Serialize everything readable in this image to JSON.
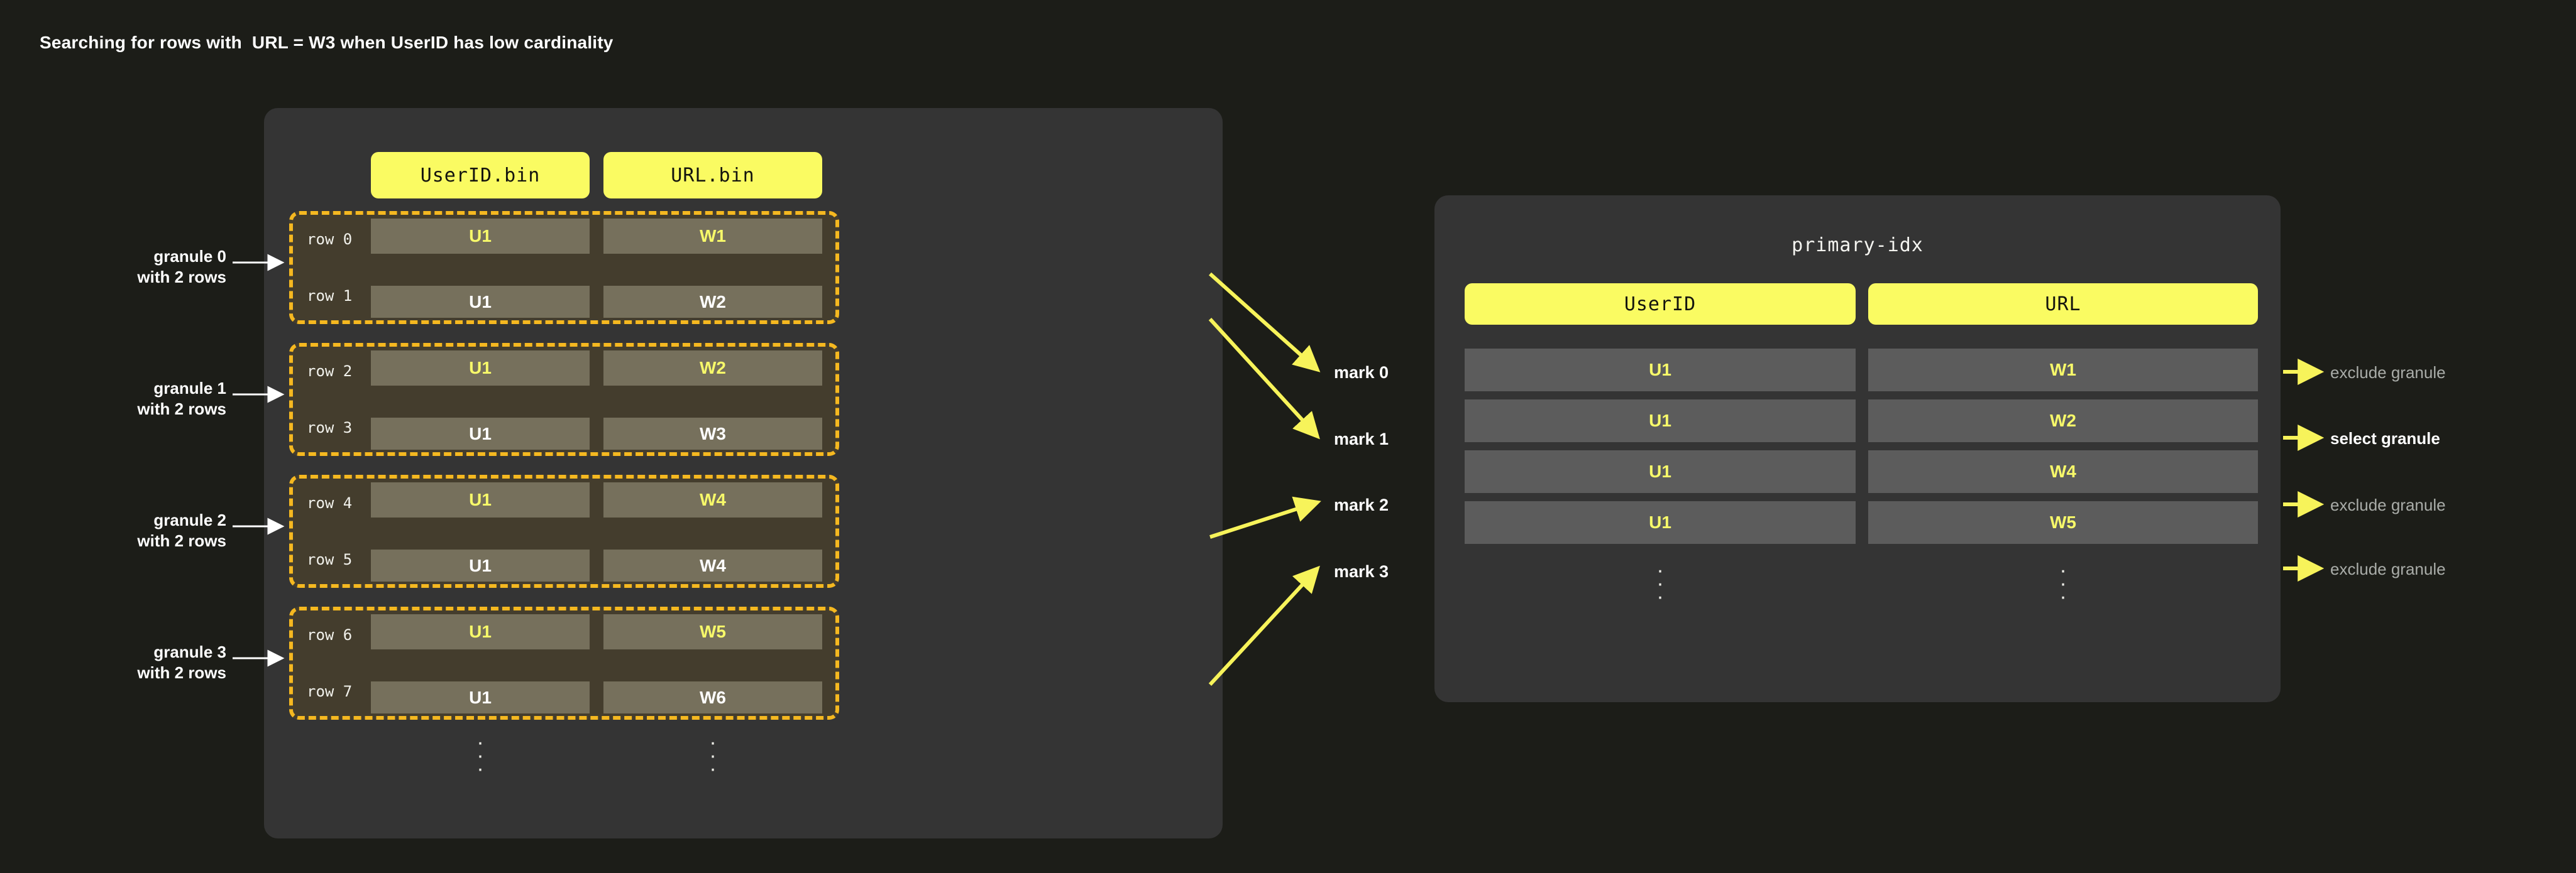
{
  "title": "Searching for rows with  URL = W3 when UserID has low cardinality",
  "colors": {
    "background": "#1C1D18",
    "panel": "#343434",
    "accent_yellow": "#FAFB62",
    "granule_border": "#F5B820",
    "granule_fill": "#443D2D",
    "data_cell": "#76705C",
    "index_cell": "#5C5C5C",
    "arrow_yellow": "#F7F35A",
    "text_white": "#FFFFFF",
    "text_muted": "#A9ACA8",
    "value_highlight": "#F7F96A"
  },
  "left_panel": {
    "columns": [
      {
        "header": "UserID.bin"
      },
      {
        "header": "URL.bin"
      }
    ],
    "rows": [
      {
        "label": "row 0",
        "userid": "U1",
        "url": "W1",
        "highlight": true
      },
      {
        "label": "row 1",
        "userid": "U1",
        "url": "W2",
        "highlight": false
      },
      {
        "label": "row 2",
        "userid": "U1",
        "url": "W2",
        "highlight": true
      },
      {
        "label": "row 3",
        "userid": "U1",
        "url": "W3",
        "highlight": false
      },
      {
        "label": "row 4",
        "userid": "U1",
        "url": "W4",
        "highlight": true
      },
      {
        "label": "row 5",
        "userid": "U1",
        "url": "W4",
        "highlight": false
      },
      {
        "label": "row 6",
        "userid": "U1",
        "url": "W5",
        "highlight": true
      },
      {
        "label": "row 7",
        "userid": "U1",
        "url": "W6",
        "highlight": false
      }
    ],
    "ellipsis": "⋮"
  },
  "granule_labels": [
    "granule 0\nwith 2 rows",
    "granule 1\nwith 2 rows",
    "granule 2\nwith 2 rows",
    "granule 3\nwith 2 rows"
  ],
  "marks": [
    {
      "label": "mark 0"
    },
    {
      "label": "mark 1"
    },
    {
      "label": "mark 2"
    },
    {
      "label": "mark 3"
    }
  ],
  "right_panel": {
    "title": "primary-idx",
    "columns": [
      {
        "header": "UserID"
      },
      {
        "header": "URL"
      }
    ],
    "rows": [
      {
        "userid": "U1",
        "url": "W1",
        "decision": "exclude granule",
        "selected": false
      },
      {
        "userid": "U1",
        "url": "W2",
        "decision": "select granule",
        "selected": true
      },
      {
        "userid": "U1",
        "url": "W4",
        "decision": "exclude granule",
        "selected": false
      },
      {
        "userid": "U1",
        "url": "W5",
        "decision": "exclude granule",
        "selected": false
      }
    ],
    "ellipsis": "⋮"
  }
}
